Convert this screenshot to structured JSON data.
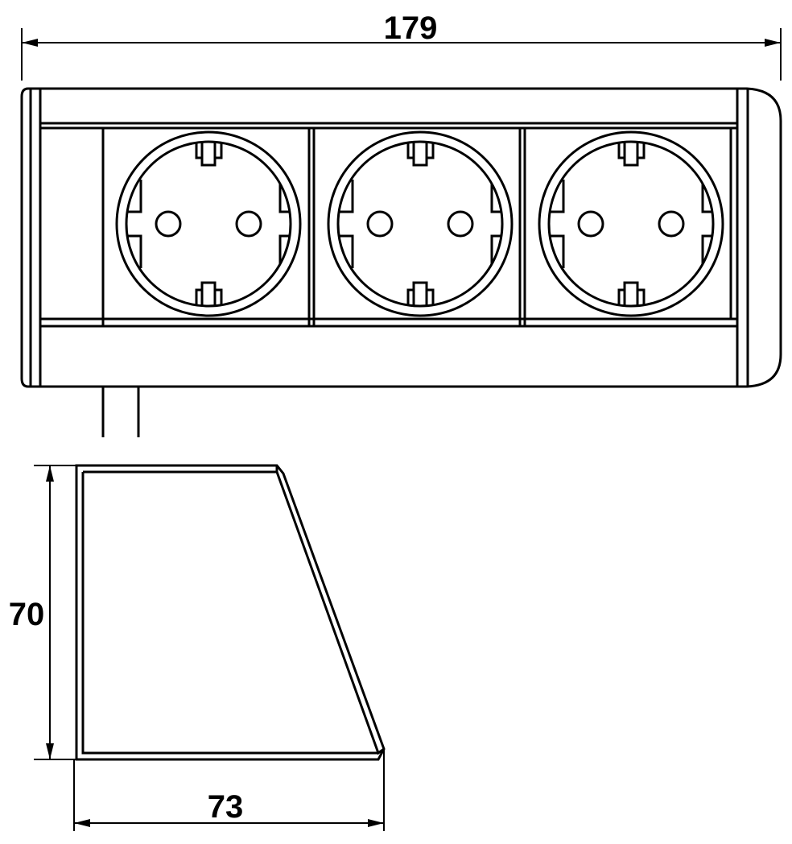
{
  "drawing": {
    "dimensions": {
      "width": "179",
      "height": "70",
      "depth": "73"
    },
    "socket_count": 3,
    "colors": {
      "line": "#000000",
      "background": "#ffffff"
    }
  }
}
